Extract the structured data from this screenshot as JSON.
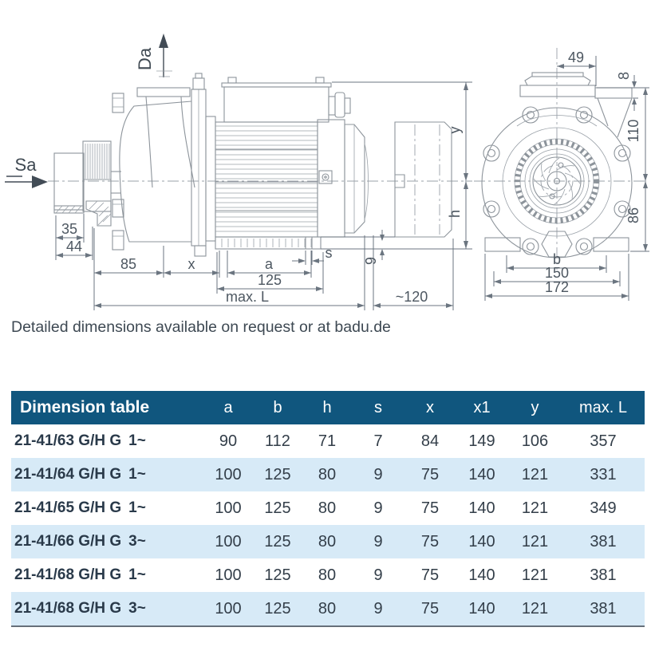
{
  "note": "Detailed dimensions available on request or at badu.de",
  "colors": {
    "header_bg": "#10567e",
    "header_text": "#ffffff",
    "alt_row_bg": "#d7eaf7",
    "model_text": "#2a3a4a",
    "value_text": "#333e49",
    "drawing_line": "#8d949b",
    "dimension_text": "#4d5761"
  },
  "drawing": {
    "side_view": {
      "port_labels": {
        "suction": "Sa",
        "discharge": "Da"
      },
      "dims": {
        "w35": "35",
        "w44": "44",
        "w85": "85",
        "wx": "x",
        "wa": "a",
        "w125": "125",
        "ws": "s",
        "h9": "9",
        "maxl": "max. L",
        "w120": "~120",
        "hy": "y",
        "hh": "h"
      }
    },
    "front_view": {
      "dims": {
        "w49": "49",
        "t8": "8",
        "h110": "110",
        "h86": "86",
        "wb": "b",
        "w150": "150",
        "w172": "172"
      }
    }
  },
  "table": {
    "title": "Dimension table",
    "columns": [
      "a",
      "b",
      "h",
      "s",
      "x",
      "x1",
      "y",
      "max. L"
    ],
    "rows": [
      {
        "model": "21-41/63 G/H G",
        "phase": "1~",
        "values": [
          "90",
          "112",
          "71",
          "7",
          "84",
          "149",
          "106",
          "357"
        ]
      },
      {
        "model": "21-41/64 G/H G",
        "phase": "1~",
        "values": [
          "100",
          "125",
          "80",
          "9",
          "75",
          "140",
          "121",
          "331"
        ]
      },
      {
        "model": "21-41/65 G/H G",
        "phase": "1~",
        "values": [
          "100",
          "125",
          "80",
          "9",
          "75",
          "140",
          "121",
          "349"
        ]
      },
      {
        "model": "21-41/66 G/H G",
        "phase": "3~",
        "values": [
          "100",
          "125",
          "80",
          "9",
          "75",
          "140",
          "121",
          "381"
        ]
      },
      {
        "model": "21-41/68 G/H G",
        "phase": "1~",
        "values": [
          "100",
          "125",
          "80",
          "9",
          "75",
          "140",
          "121",
          "381"
        ]
      },
      {
        "model": "21-41/68 G/H G",
        "phase": "3~",
        "values": [
          "100",
          "125",
          "80",
          "9",
          "75",
          "140",
          "121",
          "381"
        ]
      }
    ]
  }
}
